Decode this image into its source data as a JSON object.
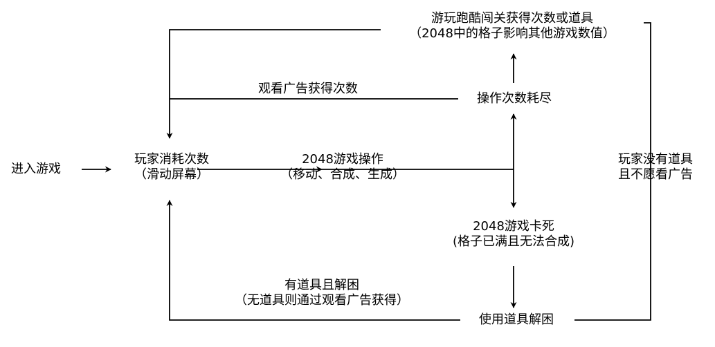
{
  "nodes": {
    "enter_game": "进入游戏",
    "player_consume": [
      "玩家消耗次数",
      "（滑动屏幕）"
    ],
    "game_op": [
      "2048游戏操作",
      "（移动、合成、生成）"
    ],
    "ops_exhausted": "操作次数耗尽",
    "parkour": [
      "游玩跑酷闯关获得次数或道具",
      "（2048中的格子影响其他游戏数值）"
    ],
    "game_stuck": [
      "2048游戏卡死",
      "(格子已满且无法合成)"
    ],
    "use_prop": "使用道具解困"
  },
  "edge_labels": {
    "watch_ad": "观看广告获得次数",
    "no_prop": [
      "玩家没有道具",
      "且不愿看广告"
    ],
    "has_prop": [
      "有道具且解困",
      "（无道具则通过观看广告获得）"
    ]
  },
  "colors": {
    "line": "#000000",
    "background": "#ffffff"
  }
}
